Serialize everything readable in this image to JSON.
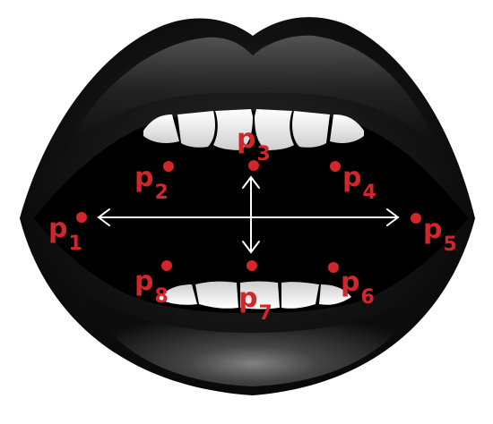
{
  "colors": {
    "landmark": "#d3262b",
    "arrow": "#ffffff",
    "lip_dark": "#0a0a0a",
    "lip_highlight": "#9a9a9a",
    "mouth_interior": "#000000",
    "teeth": "#f1f1f1"
  },
  "landmarks": [
    {
      "name": "p",
      "sub": "1"
    },
    {
      "name": "p",
      "sub": "2"
    },
    {
      "name": "p",
      "sub": "3"
    },
    {
      "name": "p",
      "sub": "4"
    },
    {
      "name": "p",
      "sub": "5"
    },
    {
      "name": "p",
      "sub": "6"
    },
    {
      "name": "p",
      "sub": "7"
    },
    {
      "name": "p",
      "sub": "8"
    }
  ],
  "arrows": [
    {
      "id": "horizontal",
      "between": [
        "p1",
        "p5"
      ]
    },
    {
      "id": "vertical",
      "between": [
        "p3",
        "p7"
      ]
    }
  ]
}
